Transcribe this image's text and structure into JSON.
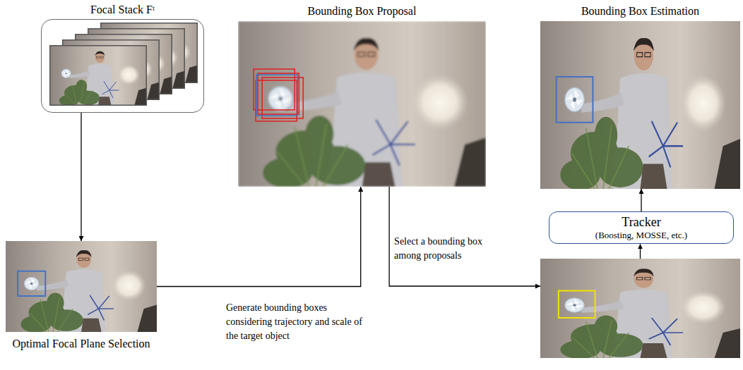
{
  "diagram": {
    "nodes": [
      {
        "text": [
          "Focal Stack Fᵗ"
        ]
      },
      {
        "text": [
          "Bounding Box Proposal"
        ]
      },
      {
        "text": [
          "Bounding Box Estimation"
        ]
      },
      {
        "text": [
          "Optimal Focal Plane Selection"
        ]
      },
      {
        "text": [
          "Tracker",
          "(Boosting, MOSSE, etc.)"
        ]
      },
      {
        "text": []
      }
    ],
    "edges": [
      {
        "from": 0,
        "to": 3,
        "arrow": "to"
      },
      {
        "from": 3,
        "to": 1,
        "arrow": "to",
        "label": "Generate bounding boxes considering trajectory and scale of the target object"
      },
      {
        "from": 1,
        "to": 5,
        "arrow": "to",
        "label": "Select a bounding box among proposals"
      },
      {
        "from": 5,
        "to": 4,
        "arrow": "to"
      },
      {
        "from": 4,
        "to": 2,
        "arrow": "to"
      }
    ]
  }
}
